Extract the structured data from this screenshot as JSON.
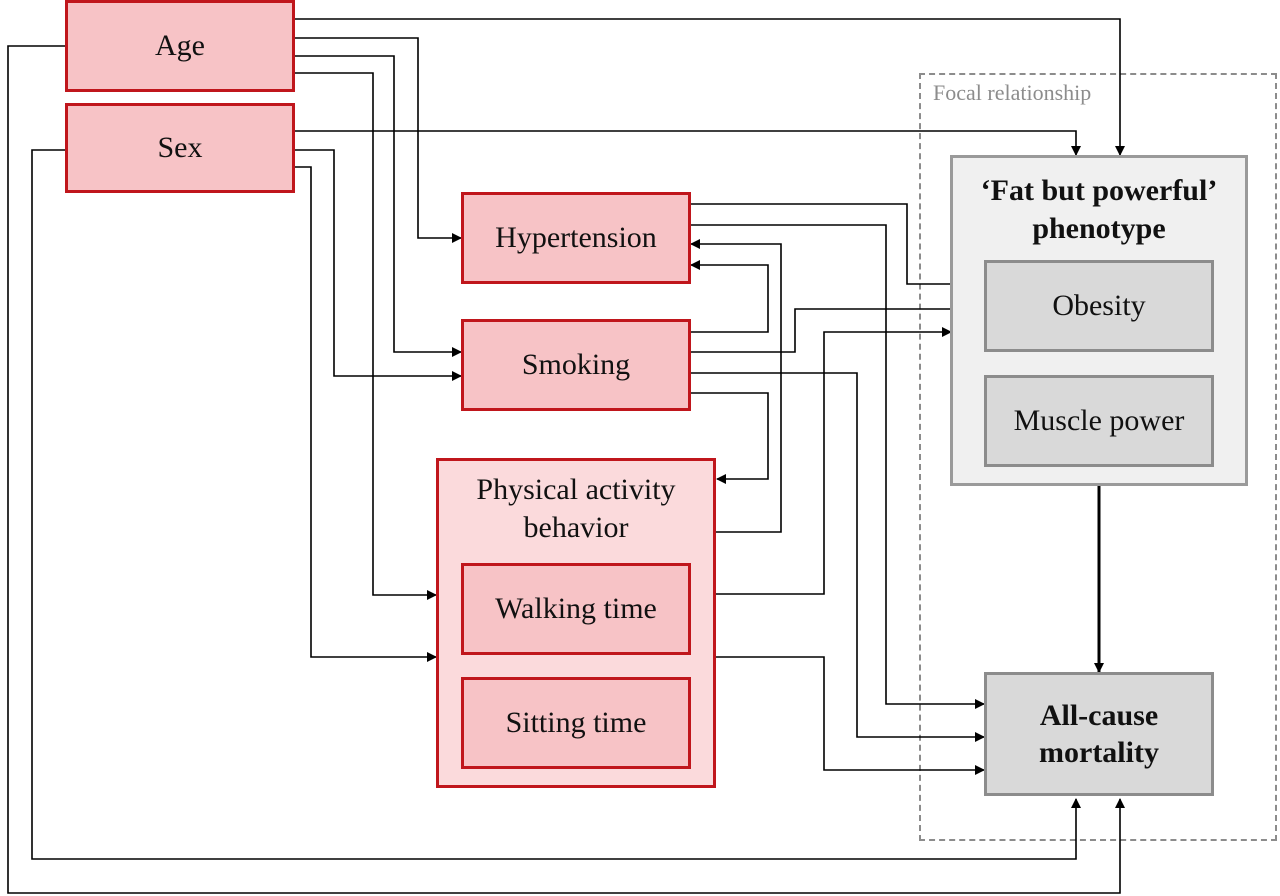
{
  "focal": {
    "label": "Focal relationship"
  },
  "nodes": {
    "age": "Age",
    "sex": "Sex",
    "hypertension": "Hypertension",
    "smoking": "Smoking",
    "physical_activity": {
      "line1": "Physical activity",
      "line2": "behavior"
    },
    "walking_time": "Walking time",
    "sitting_time": "Sitting time",
    "phenotype": {
      "line1": "‘Fat but powerful’",
      "line2": "phenotype"
    },
    "obesity": "Obesity",
    "muscle_power": "Muscle power",
    "mortality": {
      "line1": "All-cause",
      "line2": "mortality"
    }
  },
  "colors": {
    "confounder_fill": "#f7c3c6",
    "confounder_border": "#c0161c",
    "focal_fill": "#d9d9d9",
    "focal_border": "#8c8c8c"
  }
}
